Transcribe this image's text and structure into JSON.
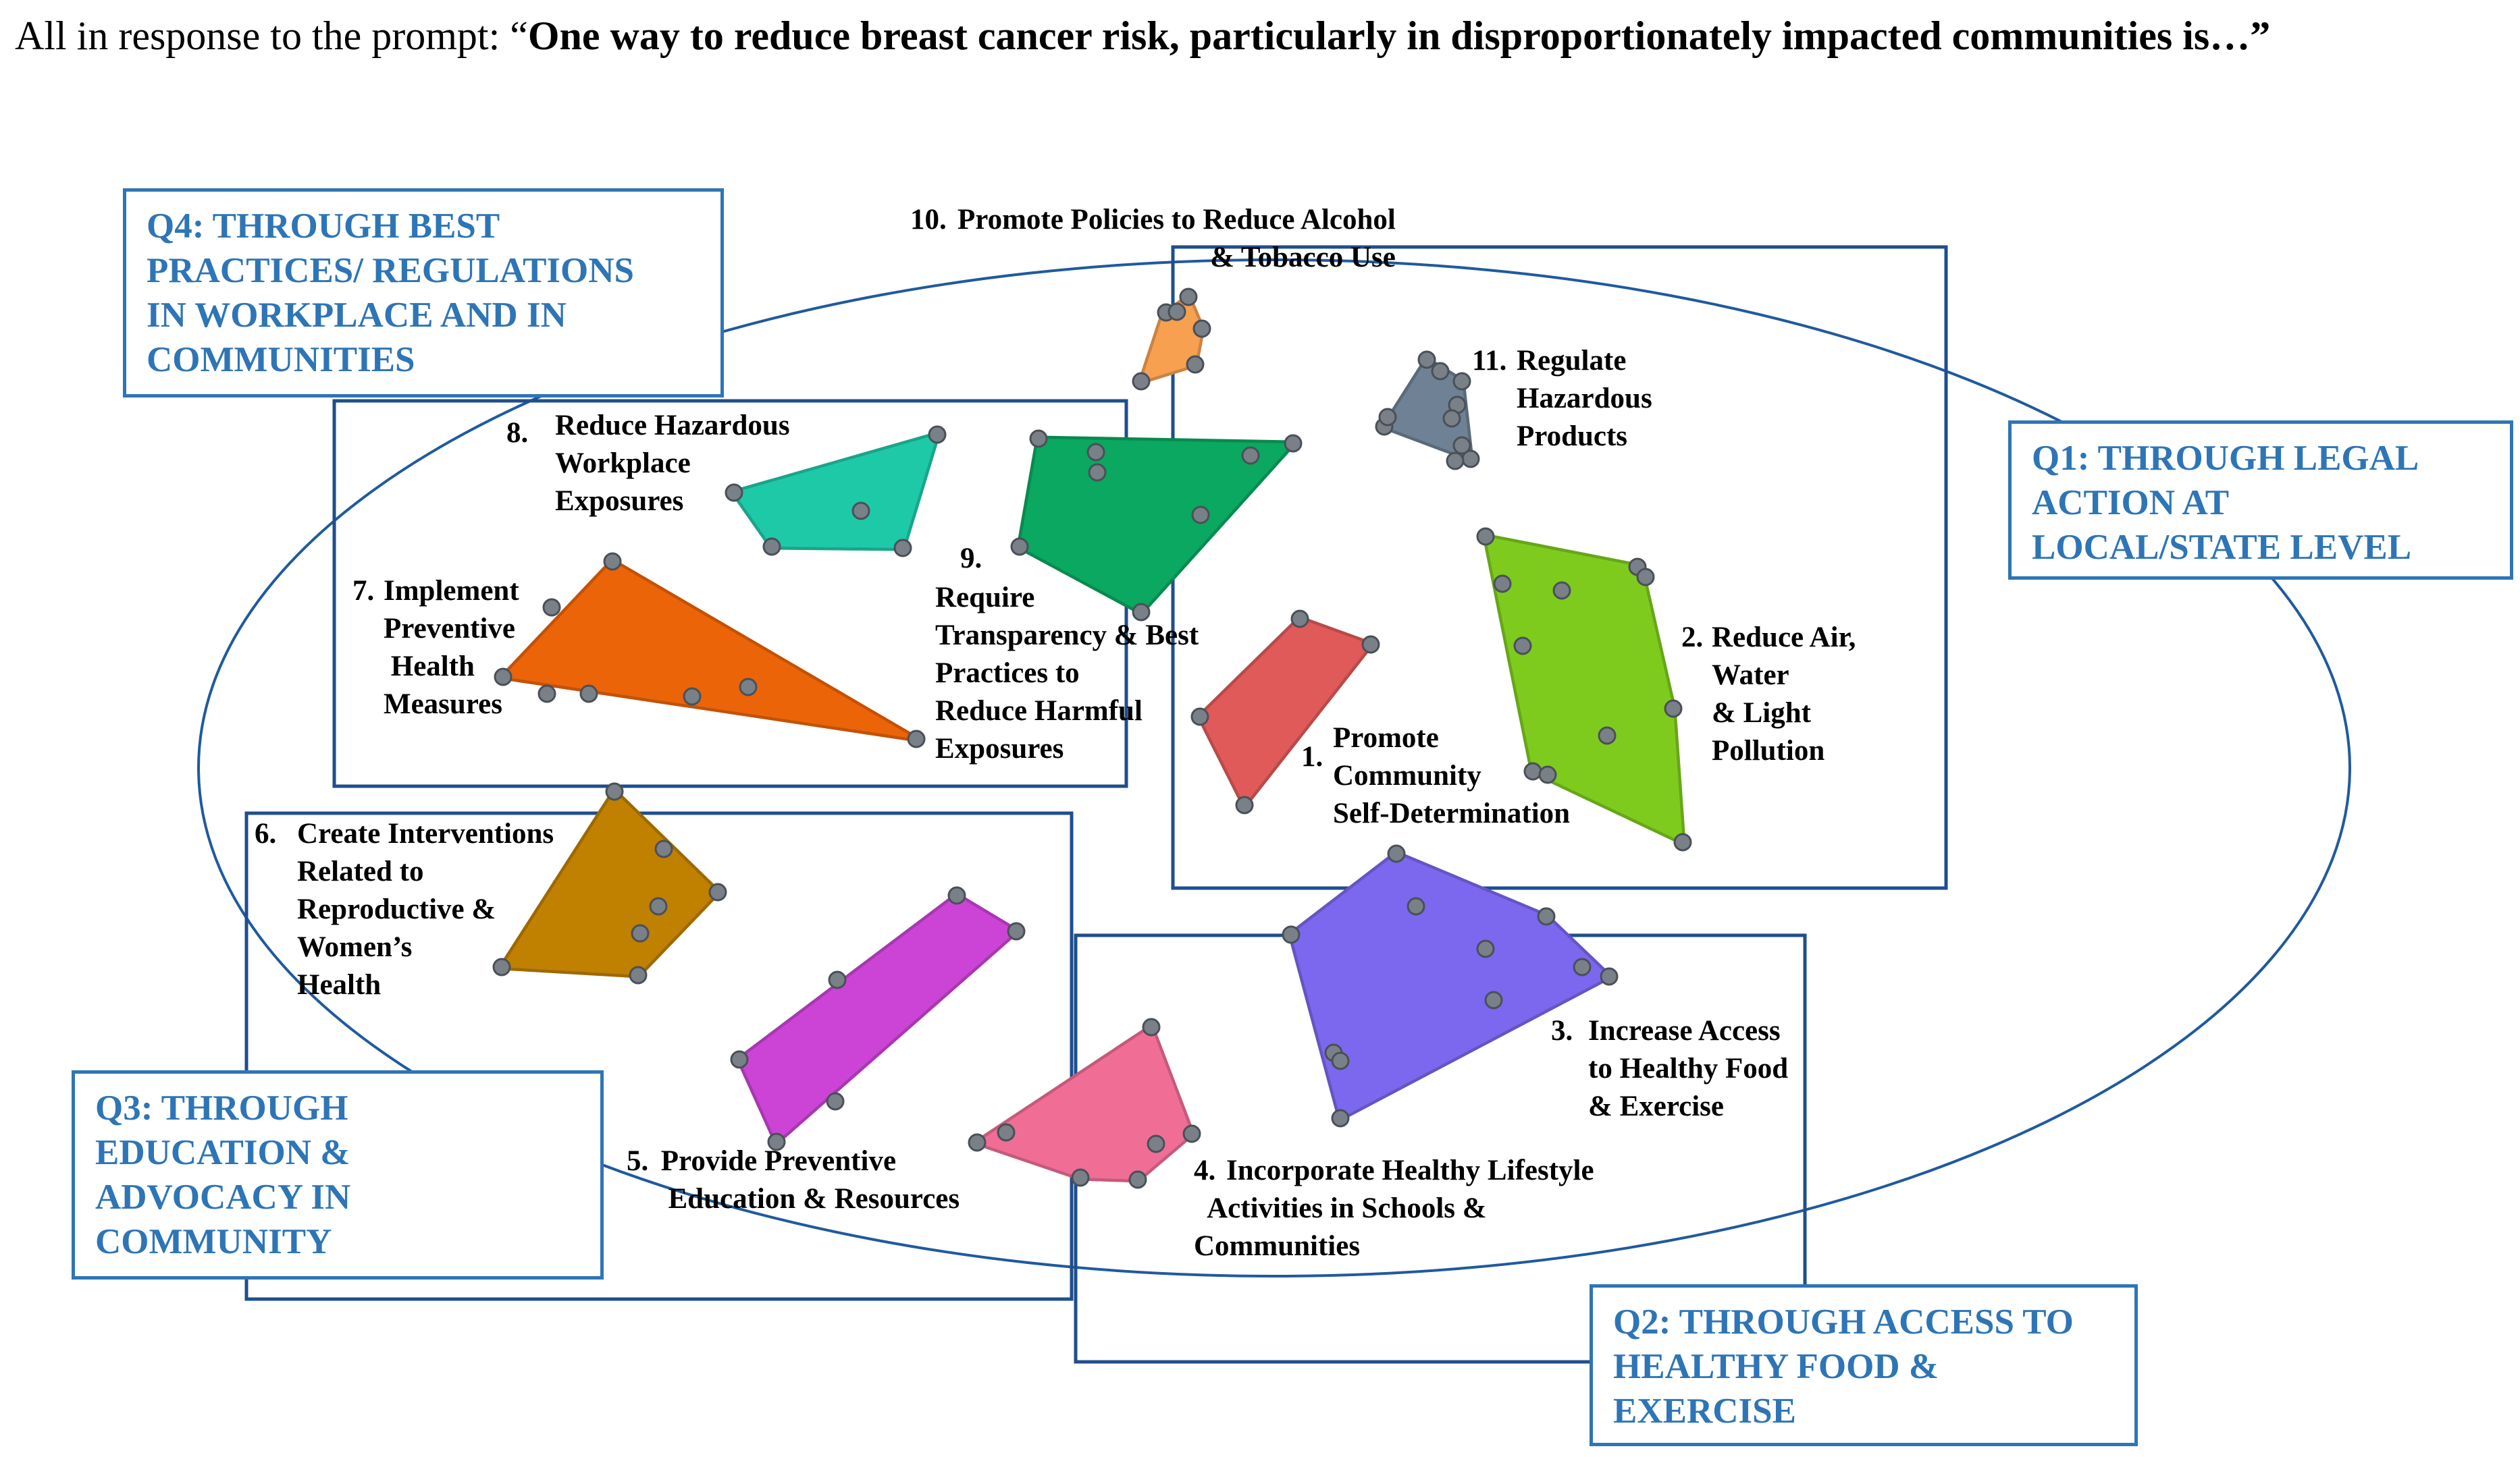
{
  "header": {
    "prefix": "All in response to the prompt: “",
    "prompt": "One way to reduce breast cancer risk, particularly in disproportionately impacted communities is…”"
  },
  "quadrants": [
    {
      "id": "q1",
      "label": "Q1: THROUGH LEGAL\nACTION AT\nLOCAL/STATE LEVEL"
    },
    {
      "id": "q2",
      "label": "Q2: THROUGH ACCESS TO\nHEALTHY FOOD &\nEXERCISE"
    },
    {
      "id": "q3",
      "label": "Q3: THROUGH\nEDUCATION &\nADVOCACY IN\nCOMMUNITY"
    },
    {
      "id": "q4",
      "label": "Q4: THROUGH BEST\nPRACTICES/ REGULATIONS\nIN WORKPLACE AND IN\nCOMMUNITIES"
    }
  ],
  "clusters": [
    {
      "num": "1.",
      "label": "Promote\nCommunity\nSelf-Determination",
      "color": "#e05a5a"
    },
    {
      "num": "2.",
      "label": "Reduce Air,\nWater\n& Light\nPollution",
      "color": "#7ecb1e"
    },
    {
      "num": "3.",
      "label": "Increase Access\nto Healthy Food\n& Exercise",
      "color": "#7b68ee"
    },
    {
      "num": "4.",
      "label": "Incorporate Healthy Lifestyle\n  Activities in Schools &\nCommunities",
      "color": "#f06e96"
    },
    {
      "num": "5.",
      "label": " Provide Preventive\n  Education & Resources",
      "color": "#cc44d6"
    },
    {
      "num": "6.",
      "label": "Create Interventions\nRelated to\nReproductive &\nWomen’s\nHealth",
      "color": "#c08000"
    },
    {
      "num": "7.",
      "label": "Implement\nPreventive\n Health\nMeasures",
      "color": "#ec6408"
    },
    {
      "num": "8.",
      "label": "Reduce Hazardous\nWorkplace\nExposures",
      "color": "#1ec9a8"
    },
    {
      "num": "9.",
      "label": "Require\nTransparency & Best\nPractices to\nReduce Harmful\nExposures",
      "color": "#0aa860"
    },
    {
      "num": "10.",
      "label": "Promote Policies to Reduce Alcohol\n& Tobacco Use",
      "color": "#f7a050"
    },
    {
      "num": "11.",
      "label": "Regulate\nHazardous\nProducts",
      "color": "#6f8194"
    }
  ]
}
